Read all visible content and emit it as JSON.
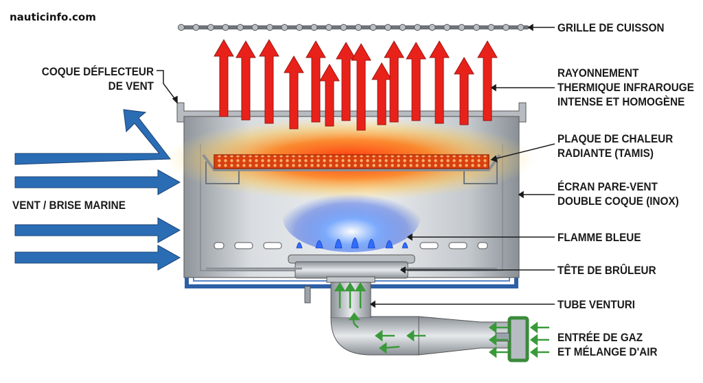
{
  "brand": "nauticinfo.com",
  "labels": {
    "grille": "GRILLE DE CUISSON",
    "rayonnement": [
      "RAYONNEMENT",
      "THERMIQUE INFRAROUGE",
      "INTENSE ET HOMOGÈNE"
    ],
    "plaque": [
      "PLAQUE DE CHALEUR",
      "RADIANTE (TAMIS)"
    ],
    "ecran": [
      "ÉCRAN PARE-VENT",
      "DOUBLE COQUE (INOX)"
    ],
    "flamme": "FLAMME BLEUE",
    "tete": "TÊTE DE BRÛLEUR",
    "venturi": "TUBE VENTURI",
    "entree": [
      "ENTRÉE DE GAZ",
      "ET MÉLANGE D'AIR"
    ],
    "coque": [
      "COQUE DÉFLECTEUR",
      "DE VENT"
    ],
    "vent": "VENT / BRISE MARINE"
  },
  "colors": {
    "wind_arrow": "#2a6db5",
    "heat_arrow": "#e8221a",
    "flame_blue": "#3a7bff",
    "steel": "#c9ccd0",
    "outer_shell": "#2d5fa6",
    "air_arrow": "#3a9a3a"
  }
}
